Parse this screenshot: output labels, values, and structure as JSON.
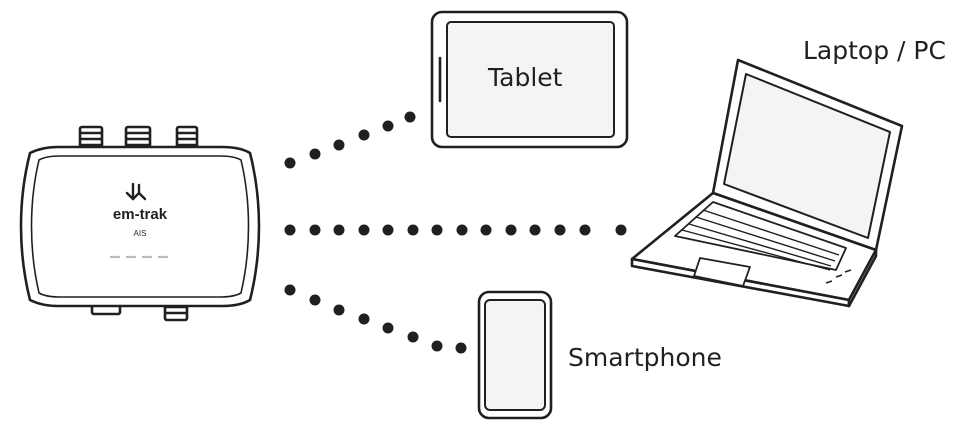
{
  "device": {
    "brand": "em-trak",
    "model": "AIS"
  },
  "labels": {
    "tablet": "Tablet",
    "laptop": "Laptop / PC",
    "smartphone": "Smartphone"
  },
  "colors": {
    "outline": "#231f20",
    "fill": "#ffffff",
    "screen_fill": "#f4f4f4",
    "led": "#bdbdbd",
    "dots": "#231f20"
  }
}
